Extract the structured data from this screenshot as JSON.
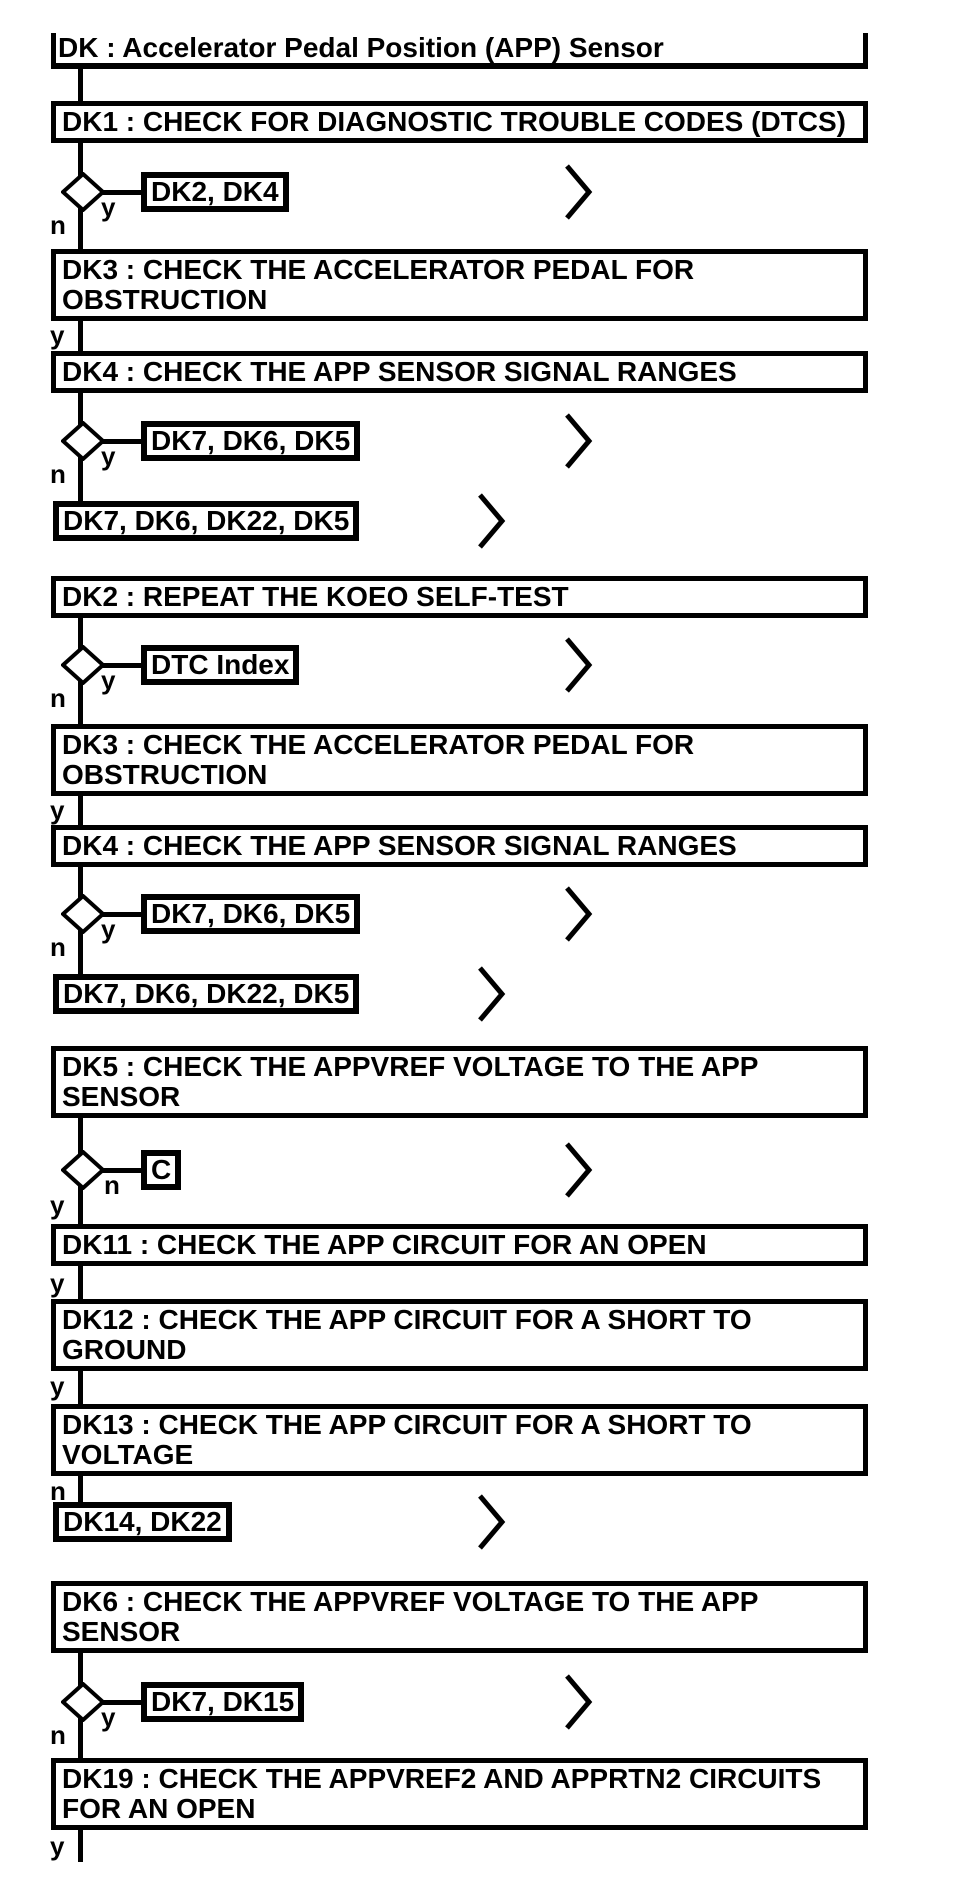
{
  "colors": {
    "ink": "#000000",
    "paper": "#ffffff"
  },
  "branch": {
    "yes": "y",
    "no": "n"
  },
  "nodes": [
    {
      "id": "header",
      "label": "DK : Accelerator Pedal Position (APP) Sensor"
    },
    {
      "id": "dk1",
      "label": "DK1 : CHECK FOR DIAGNOSTIC TROUBLE CODES (DTCS)"
    },
    {
      "id": "ref-dk2-dk4",
      "label": "DK2, DK4"
    },
    {
      "id": "dk3-first",
      "label": "DK3 : CHECK THE ACCELERATOR PEDAL FOR\nOBSTRUCTION"
    },
    {
      "id": "dk4-first",
      "label": "DK4 : CHECK THE APP SENSOR SIGNAL RANGES"
    },
    {
      "id": "ref-dk7-dk6-dk5-first",
      "label": "DK7, DK6, DK5"
    },
    {
      "id": "ref-dk7-dk6-dk22-dk5-first",
      "label": "DK7, DK6, DK22, DK5"
    },
    {
      "id": "dk2",
      "label": "DK2 : REPEAT THE KOEO SELF-TEST"
    },
    {
      "id": "ref-dtc-index",
      "label": "DTC Index"
    },
    {
      "id": "dk3-second",
      "label": "DK3 : CHECK THE ACCELERATOR PEDAL FOR\nOBSTRUCTION"
    },
    {
      "id": "dk4-second",
      "label": "DK4 : CHECK THE APP SENSOR SIGNAL RANGES"
    },
    {
      "id": "ref-dk7-dk6-dk5-second",
      "label": "DK7, DK6, DK5"
    },
    {
      "id": "ref-dk7-dk6-dk22-dk5-second",
      "label": "DK7, DK6, DK22, DK5"
    },
    {
      "id": "dk5",
      "label": "DK5 : CHECK THE APPVREF VOLTAGE TO THE APP\nSENSOR"
    },
    {
      "id": "ref-c",
      "label": "C"
    },
    {
      "id": "dk11",
      "label": "DK11 : CHECK THE APP CIRCUIT FOR AN OPEN"
    },
    {
      "id": "dk12",
      "label": "DK12 : CHECK THE APP CIRCUIT FOR A SHORT TO\nGROUND"
    },
    {
      "id": "dk13",
      "label": "DK13 : CHECK THE APP CIRCUIT FOR A SHORT TO\nVOLTAGE"
    },
    {
      "id": "ref-dk14-dk22",
      "label": "DK14, DK22"
    },
    {
      "id": "dk6",
      "label": "DK6 : CHECK THE APPVREF VOLTAGE TO THE APP\nSENSOR"
    },
    {
      "id": "ref-dk7-dk15",
      "label": "DK7, DK15"
    },
    {
      "id": "dk19",
      "label": "DK19 : CHECK THE APPVREF2 AND APPRTN2 CIRCUITS\nFOR AN OPEN"
    }
  ]
}
